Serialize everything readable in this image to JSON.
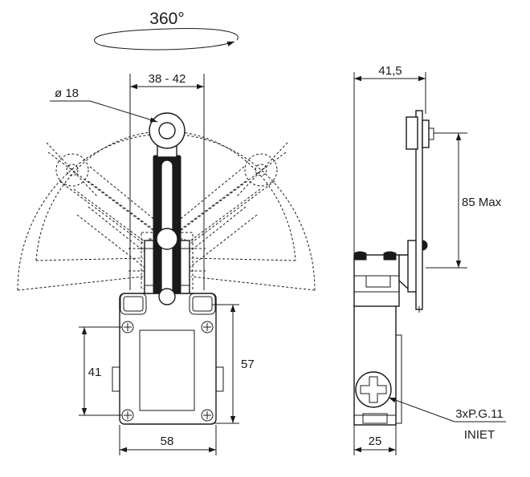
{
  "rotation": {
    "label": "360°"
  },
  "front_view": {
    "lever_width": "38 - 42",
    "roller_diameter": "ø 18",
    "body_width": "58",
    "mounting_height": "41",
    "overall_height": "57"
  },
  "side_view": {
    "depth": "41,5",
    "lever_length": "85 Max",
    "base_width": "25",
    "cable_entry": "3xP.G.11",
    "inlet_label": "INIET"
  }
}
